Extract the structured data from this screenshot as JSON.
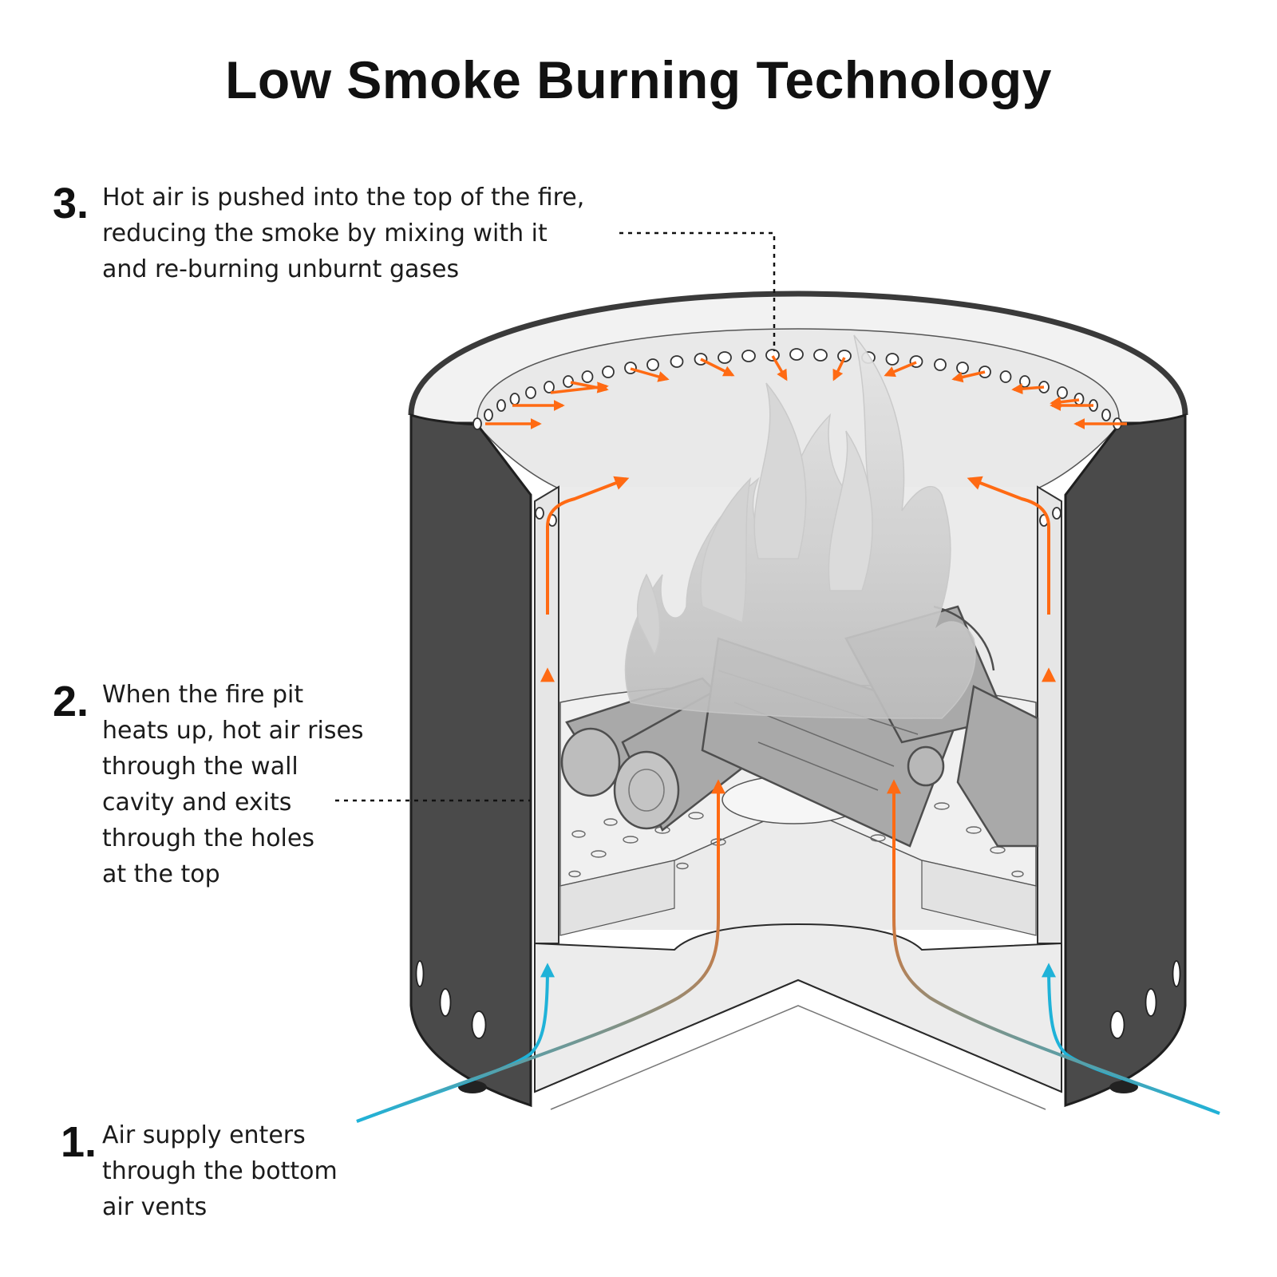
{
  "title": "Low Smoke Burning Technology",
  "colors": {
    "hot_air": "#ff6a13",
    "cool_air": "#1fb2d8",
    "outer_wall": "#4a4a4a",
    "inner_surface": "#ececec",
    "outline": "#2a2a2a"
  },
  "steps": [
    {
      "number": "3.",
      "text": "Hot air is pushed into the top of the fire,\nreducing the smoke by mixing with it\nand re-burning unburnt gases"
    },
    {
      "number": "2.",
      "text": "When the fire pit\nheats up, hot air rises\nthrough the wall\ncavity and exits\nthrough the holes\nat the top"
    },
    {
      "number": "1.",
      "text": "Air supply enters\nthrough the bottom\nair vents"
    }
  ],
  "icons": {
    "fire": "fire-icon",
    "logs": "wood-logs-icon",
    "fire_pit": "fire-pit-cutaway"
  }
}
